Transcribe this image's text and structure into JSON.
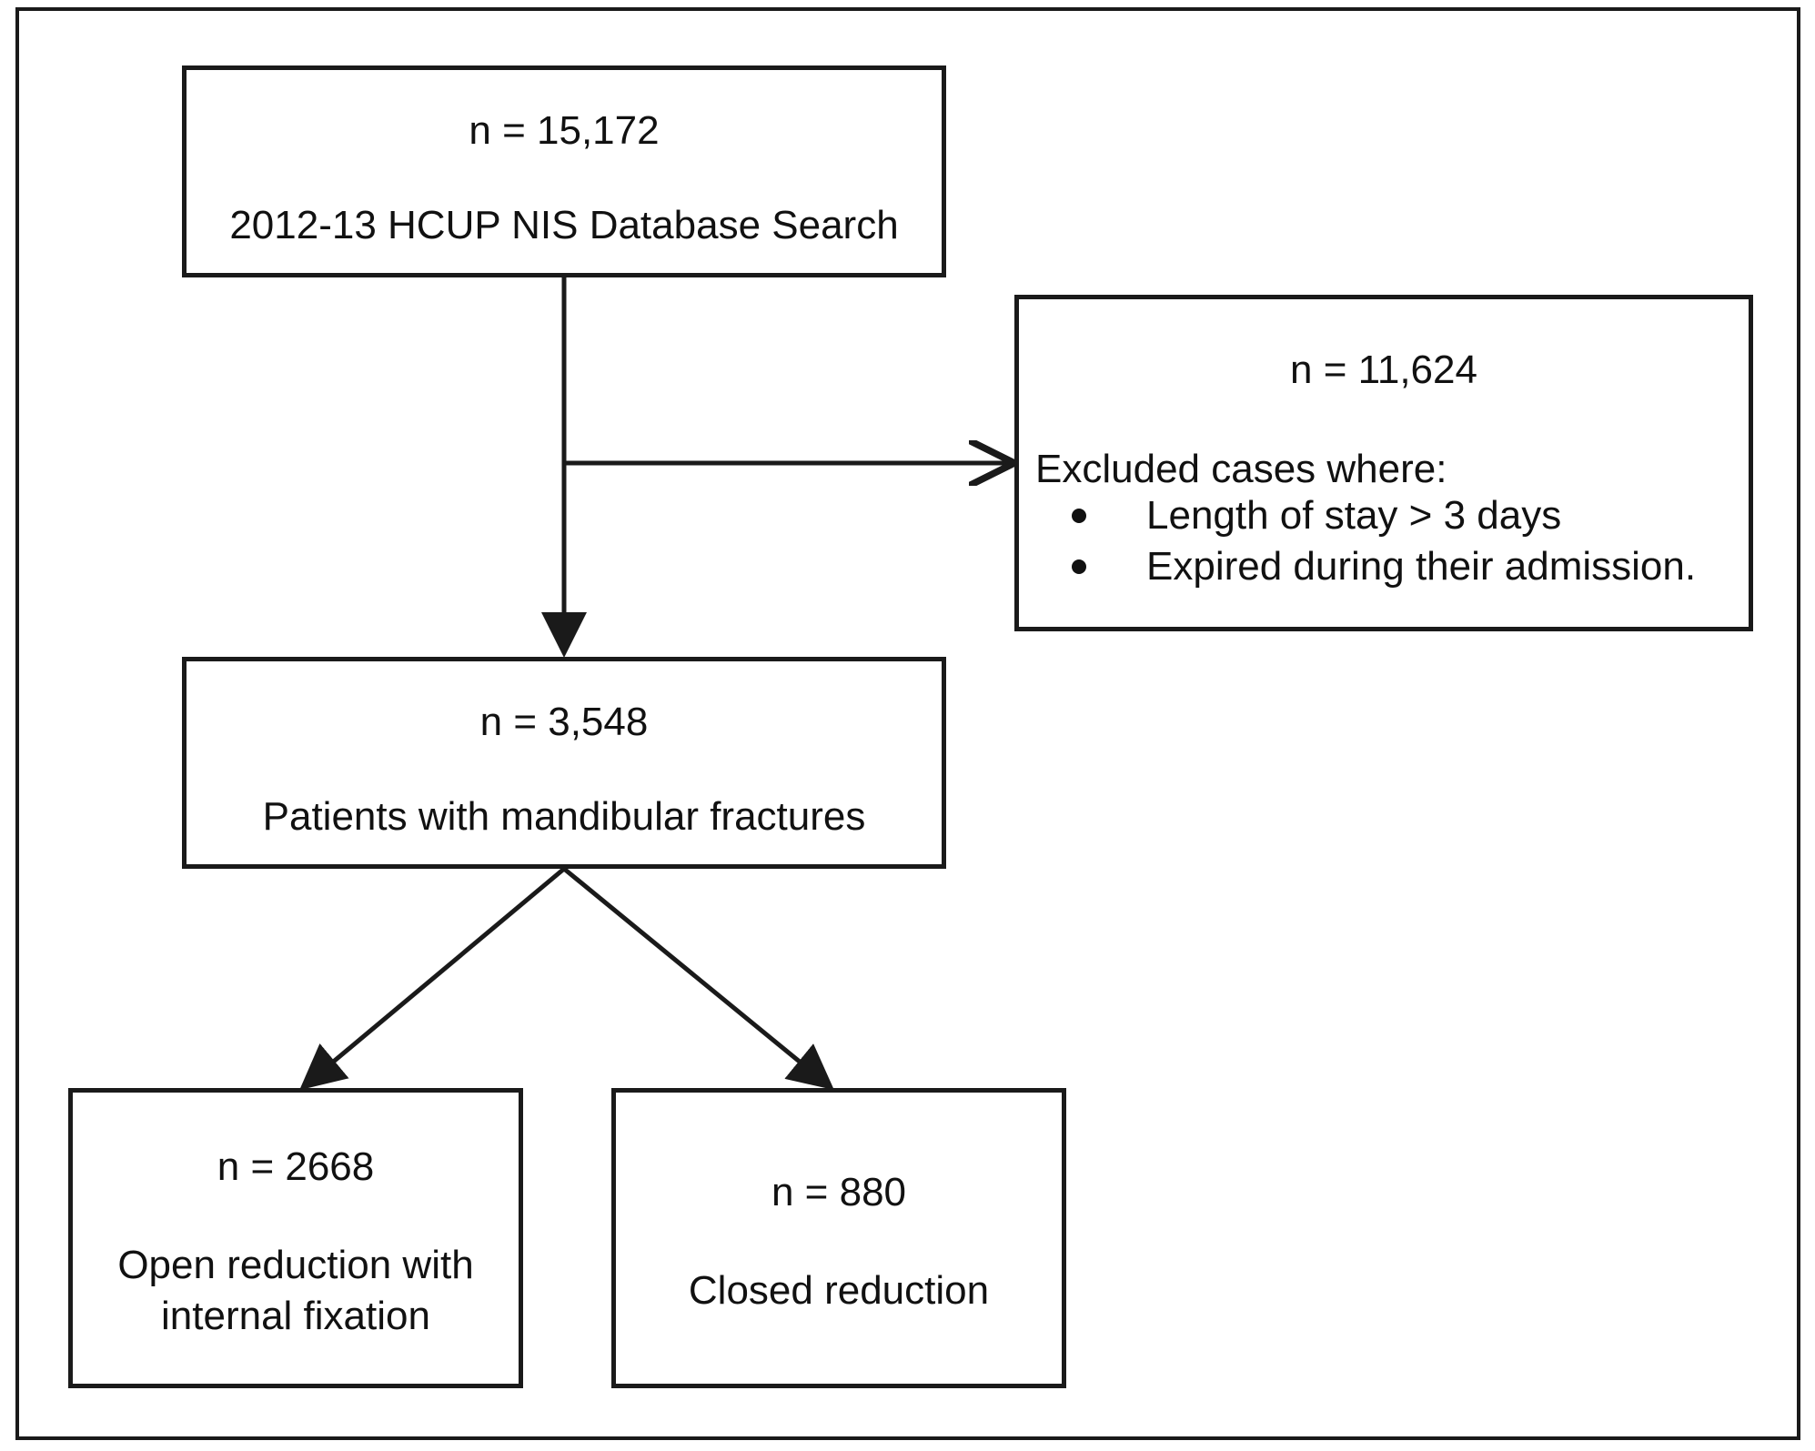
{
  "diagram": {
    "top": {
      "count": "n = 15,172",
      "label": "2012-13 HCUP NIS Database Search"
    },
    "excluded": {
      "count": "n = 11,624",
      "title": "Excluded cases where:",
      "items": [
        "Length of stay > 3 days",
        "Expired during their admission."
      ]
    },
    "middle": {
      "count": "n = 3,548",
      "label": "Patients with mandibular fractures"
    },
    "left": {
      "count": "n = 2668",
      "label_line1": "Open reduction with",
      "label_line2": "internal fixation"
    },
    "right": {
      "count": "n = 880",
      "label": "Closed reduction"
    }
  }
}
